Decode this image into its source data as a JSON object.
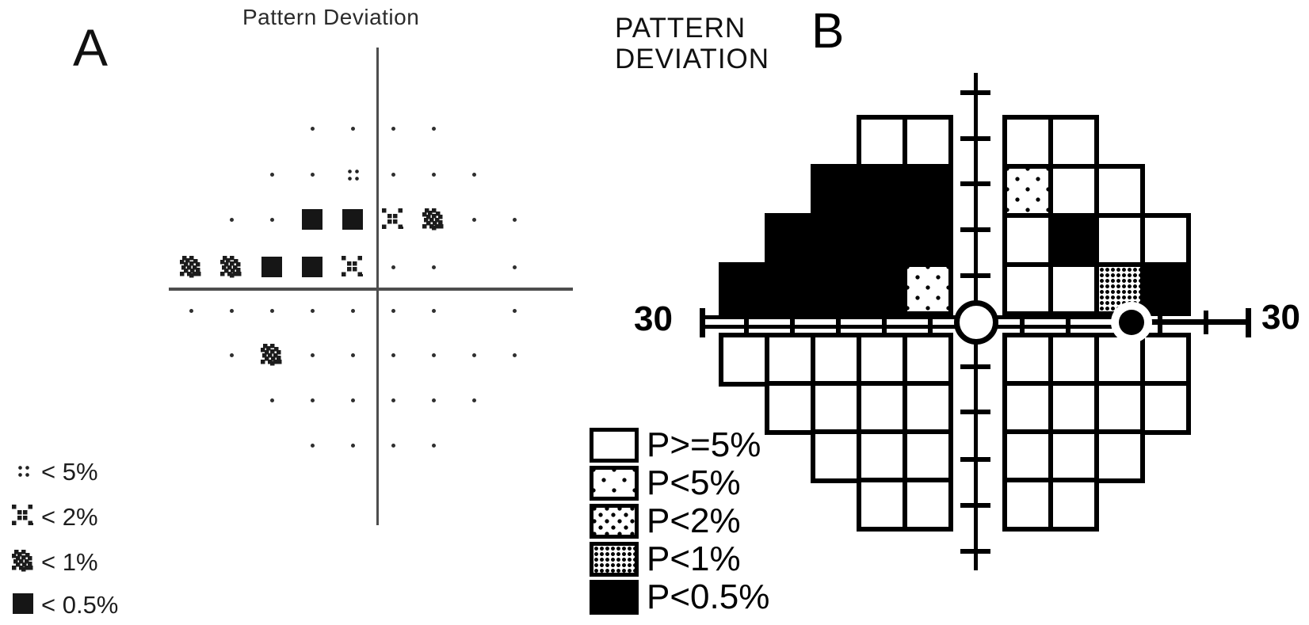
{
  "colors": {
    "background": "#ffffff",
    "ink_black": "#000000",
    "panelA_ink": "#262626",
    "panelA_line": "#4d4d4d"
  },
  "panelA": {
    "label": "A",
    "title": "Pattern Deviation",
    "legend": [
      {
        "symbol": "p5",
        "label": "< 5%"
      },
      {
        "symbol": "p2",
        "label": "< 2%"
      },
      {
        "symbol": "p1",
        "label": "< 1%"
      },
      {
        "symbol": "p05",
        "label": "< 0.5%"
      }
    ],
    "grid": [
      [
        "",
        "",
        "",
        "d",
        "d",
        "d",
        "d",
        "",
        ""
      ],
      [
        "",
        "",
        "d",
        "d",
        "5",
        "d",
        "d",
        "d",
        ""
      ],
      [
        "",
        "d",
        "d",
        "0",
        "0",
        "2",
        "1",
        "d",
        "d"
      ],
      [
        "1",
        "1",
        "0",
        "0",
        "2",
        "d",
        "d",
        "",
        "d"
      ],
      [
        "d",
        "d",
        "d",
        "d",
        "d",
        "d",
        "d",
        "",
        "d"
      ],
      [
        "",
        "d",
        "1",
        "d",
        "d",
        "d",
        "d",
        "d",
        "d"
      ],
      [
        "",
        "",
        "d",
        "d",
        "d",
        "d",
        "d",
        "d",
        ""
      ],
      [
        "",
        "",
        "",
        "d",
        "d",
        "d",
        "d",
        "",
        ""
      ]
    ]
  },
  "panelB": {
    "label": "B",
    "title_line1": "PATTERN",
    "title_line2": "DEVIATION",
    "axis_label_left": "30",
    "axis_label_right": "30",
    "legend": [
      {
        "pattern": "w",
        "label": "P>=5%"
      },
      {
        "pattern": "p5",
        "label": "P<5%"
      },
      {
        "pattern": "p2",
        "label": "P<2%"
      },
      {
        "pattern": "p1",
        "label": "P<1%"
      },
      {
        "pattern": "b",
        "label": "P<0.5%"
      }
    ],
    "quadrants": {
      "top_left": {
        "align": "right",
        "rows": [
          [
            "w",
            "w"
          ],
          [
            "b",
            "b",
            "b"
          ],
          [
            "b",
            "b",
            "b",
            "b"
          ],
          [
            "b",
            "b",
            "b",
            "b",
            "p5"
          ]
        ]
      },
      "bottom_left": {
        "align": "right",
        "rows": [
          [
            "w",
            "w",
            "w",
            "w",
            "w"
          ],
          [
            "w",
            "w",
            "w",
            "w"
          ],
          [
            "w",
            "w",
            "w"
          ],
          [
            "w",
            "w"
          ]
        ]
      },
      "top_right": {
        "align": "left",
        "rows": [
          [
            "w",
            "w"
          ],
          [
            "p5",
            "w",
            "w"
          ],
          [
            "w",
            "b",
            "w",
            "w"
          ],
          [
            "w",
            "w",
            "p1",
            "b"
          ]
        ]
      },
      "bottom_right": {
        "align": "left",
        "rows": [
          [
            "w",
            "w",
            "w",
            "w"
          ],
          [
            "w",
            "w",
            "w",
            "w"
          ],
          [
            "w",
            "w",
            "w"
          ],
          [
            "w",
            "w"
          ]
        ]
      }
    }
  },
  "chart_data": [
    {
      "type": "heatmap",
      "panel": "A",
      "title": "Pattern Deviation",
      "description": "Humphrey 24-2 pattern deviation probability plot; symbols mark significance of localized depression at each test point",
      "x_deg": [
        -27,
        -21,
        -15,
        -9,
        -3,
        3,
        9,
        15,
        21
      ],
      "y_deg": [
        21,
        15,
        9,
        3,
        -3,
        -9,
        -15,
        -21
      ],
      "value_key": {
        "": "no test point",
        "d": "not significant",
        "5": "P<5%",
        "2": "P<2%",
        "1": "P<1%",
        "0": "P<0.5%"
      },
      "grid": [
        [
          "",
          "",
          "",
          "d",
          "d",
          "d",
          "d",
          "",
          ""
        ],
        [
          "",
          "",
          "d",
          "d",
          "5",
          "d",
          "d",
          "d",
          ""
        ],
        [
          "",
          "d",
          "d",
          "0",
          "0",
          "2",
          "1",
          "d",
          "d"
        ],
        [
          "1",
          "1",
          "0",
          "0",
          "2",
          "d",
          "d",
          "",
          "d"
        ],
        [
          "d",
          "d",
          "d",
          "d",
          "d",
          "d",
          "d",
          "",
          "d"
        ],
        [
          "",
          "d",
          "1",
          "d",
          "d",
          "d",
          "d",
          "d",
          "d"
        ],
        [
          "",
          "",
          "d",
          "d",
          "d",
          "d",
          "d",
          "d",
          ""
        ],
        [
          "",
          "",
          "",
          "d",
          "d",
          "d",
          "d",
          "",
          ""
        ]
      ],
      "legend": [
        "< 5%",
        "< 2%",
        "< 1%",
        "< 0.5%"
      ]
    },
    {
      "type": "heatmap",
      "panel": "B",
      "title": "PATTERN DEVIATION",
      "axis_range_deg": [
        -30,
        30
      ],
      "axis_tick_labels": [
        "30",
        "30"
      ],
      "value_key": {
        "w": "P>=5%",
        "p5": "P<5%",
        "p2": "P<2%",
        "p1": "P<1%",
        "b": "P<0.5%"
      },
      "quadrants": {
        "top_left": [
          [
            "w",
            "w"
          ],
          [
            "b",
            "b",
            "b"
          ],
          [
            "b",
            "b",
            "b",
            "b"
          ],
          [
            "b",
            "b",
            "b",
            "b",
            "p5"
          ]
        ],
        "bottom_left": [
          [
            "w",
            "w",
            "w",
            "w",
            "w"
          ],
          [
            "w",
            "w",
            "w",
            "w"
          ],
          [
            "w",
            "w",
            "w"
          ],
          [
            "w",
            "w"
          ]
        ],
        "top_right": [
          [
            "w",
            "w"
          ],
          [
            "p5",
            "w",
            "w"
          ],
          [
            "w",
            "b",
            "w",
            "w"
          ],
          [
            "w",
            "w",
            "p1",
            "b"
          ]
        ],
        "bottom_right": [
          [
            "w",
            "w",
            "w",
            "w"
          ],
          [
            "w",
            "w",
            "w",
            "w"
          ],
          [
            "w",
            "w",
            "w"
          ],
          [
            "w",
            "w"
          ]
        ]
      },
      "fixation_marker": "open circle at field center on horizontal axis",
      "blind_spot_marker": "filled circle on right horizontal axis",
      "legend": [
        "P>=5%",
        "P<5%",
        "P<2%",
        "P<1%",
        "P<0.5%"
      ]
    }
  ]
}
